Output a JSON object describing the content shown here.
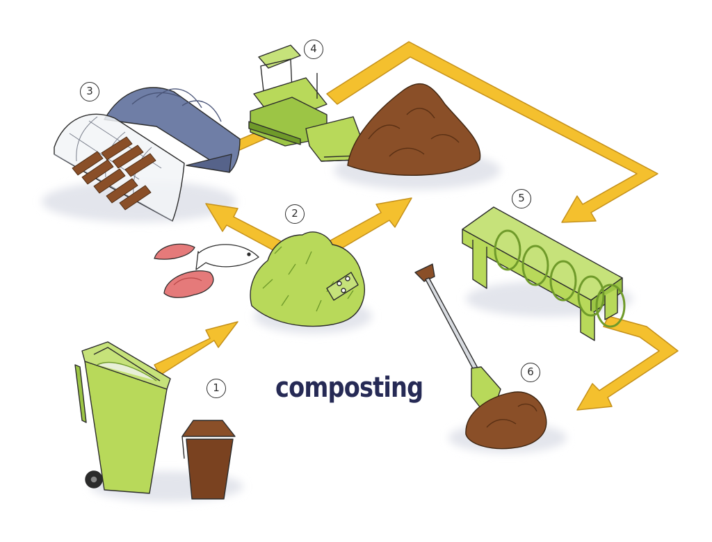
{
  "title": "composting",
  "steps": [
    "1",
    "2",
    "3",
    "4",
    "5",
    "6"
  ],
  "colors": {
    "arrow": "#F4C02E",
    "arrow_outline": "#C4901A",
    "lime_green": "#B8D95A",
    "dark_green": "#6F9A2A",
    "compost_brown": "#8A4F28",
    "greenhouse_blue": "#6F7EA6",
    "title_navy": "#262A55"
  },
  "icons": [
    "green-wheelie-bin-icon",
    "brown-food-caddy-icon",
    "green-waste-pile-icon",
    "food-waste-icon",
    "polytunnel-greenhouse-icon",
    "bulldozer-icon",
    "compost-heap-icon",
    "trommel-screen-icon",
    "spade-icon",
    "finished-compost-icon"
  ]
}
